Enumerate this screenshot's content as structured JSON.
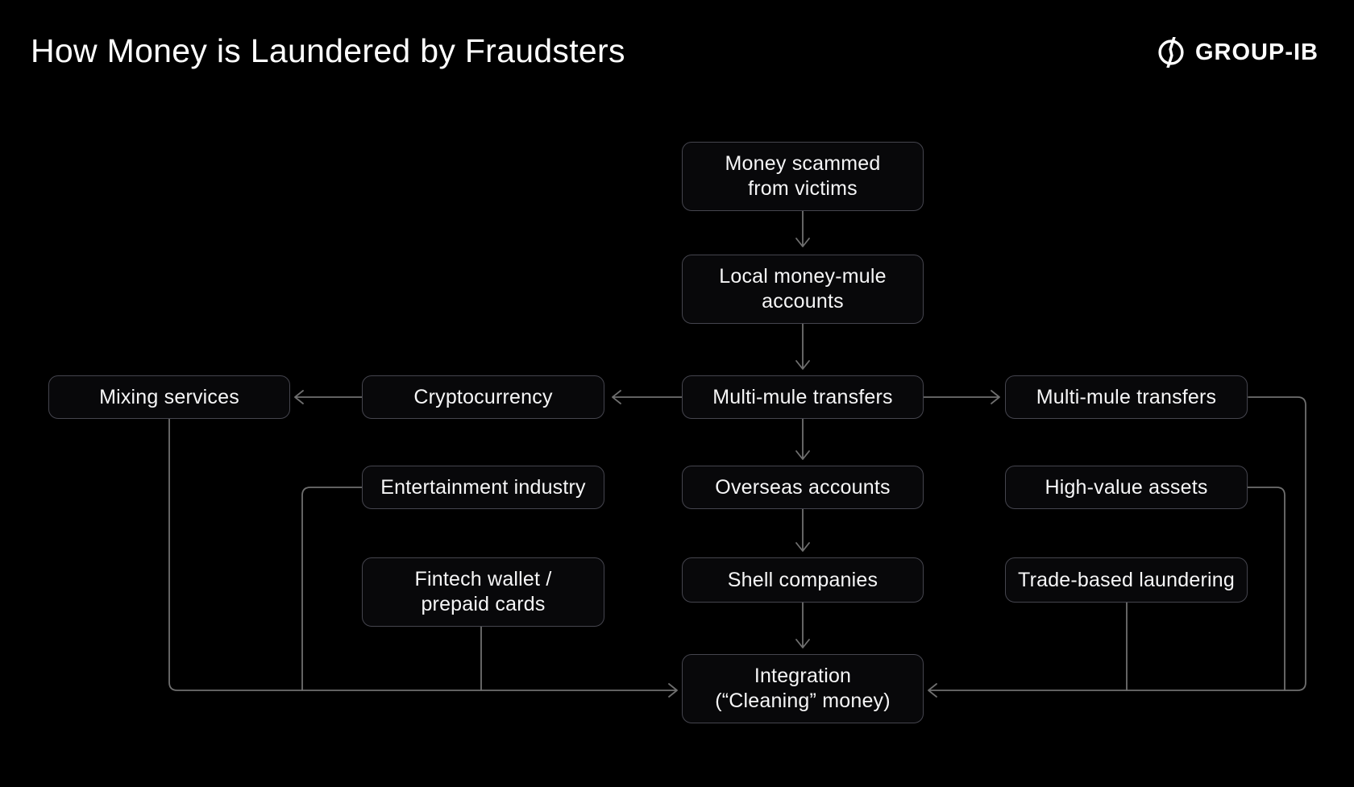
{
  "title": "How Money is Laundered by Fraudsters",
  "logo": {
    "text": "GROUP-IB",
    "icon": "group-ib-circle-slash-icon"
  },
  "nodes": {
    "money_scammed": {
      "label": "Money scammed\nfrom victims"
    },
    "local_mule": {
      "label": "Local money-mule\naccounts"
    },
    "multi_mule_center": {
      "label": "Multi-mule transfers"
    },
    "multi_mule_right": {
      "label": "Multi-mule transfers"
    },
    "cryptocurrency": {
      "label": "Cryptocurrency"
    },
    "mixing_services": {
      "label": "Mixing services"
    },
    "overseas_accounts": {
      "label": "Overseas accounts"
    },
    "entertainment_industry": {
      "label": "Entertainment industry"
    },
    "high_value_assets": {
      "label": "High-value assets"
    },
    "shell_companies": {
      "label": "Shell companies"
    },
    "fintech_wallet": {
      "label": "Fintech wallet /\nprepaid cards"
    },
    "trade_based": {
      "label": "Trade-based laundering"
    },
    "integration": {
      "label": "Integration\n(“Cleaning” money)"
    }
  },
  "colors": {
    "bg": "#000000",
    "box-fill": "#08080a",
    "box-border": "#45454e",
    "line": "#6f6f6f",
    "text": "#f6f6f7",
    "title": "#ffffff"
  }
}
